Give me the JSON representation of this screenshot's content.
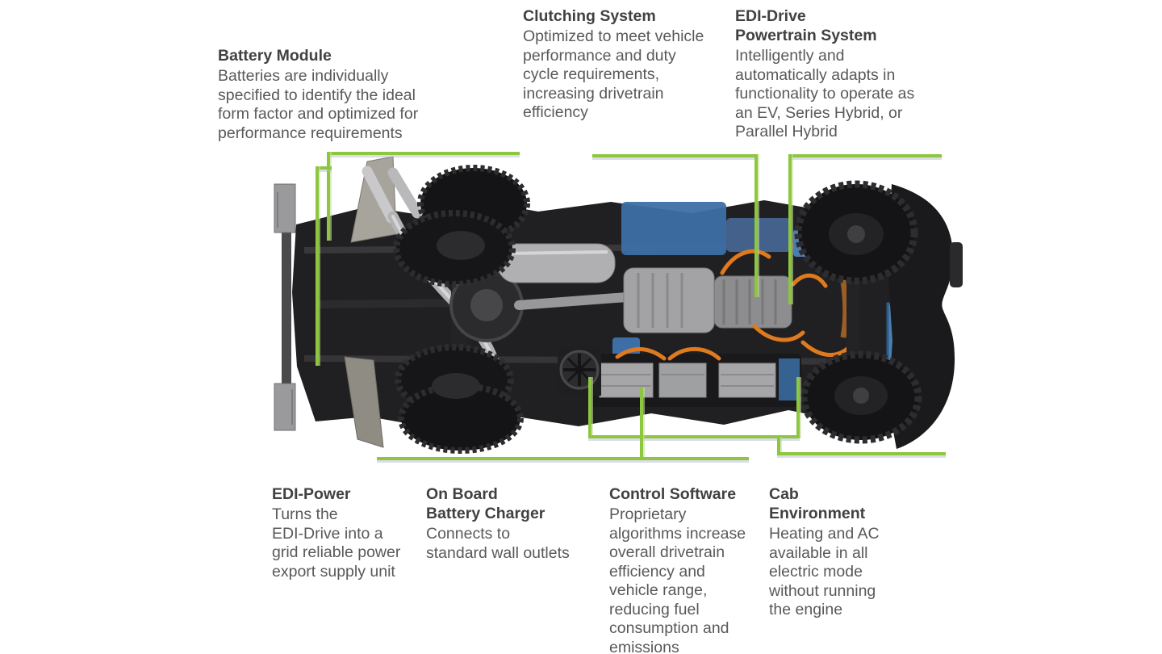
{
  "page": {
    "background": "#ffffff",
    "description": "Hybrid utility truck underside diagram with component callouts"
  },
  "colors": {
    "callout_green": "#8dc63f",
    "heading_text": "#414042",
    "body_text": "#58595b"
  },
  "image": {
    "alt": "Underside view of a hybrid electric utility truck chassis"
  },
  "callouts": {
    "top": [
      {
        "id": "battery-module",
        "title": "Battery Module",
        "body": "Batteries are individually\nspecified to identify the ideal\nform factor and optimized for\nperformance requirements"
      },
      {
        "id": "clutching-system",
        "title": "Clutching System",
        "body": "Optimized to meet vehicle\nperformance and duty\ncycle requirements,\nincreasing drivetrain\nefficiency"
      },
      {
        "id": "edi-drive-powertrain-system",
        "title": "EDI-Drive\nPowertrain System",
        "body": "Intelligently and\nautomatically adapts in\nfunctionality to operate as\nan EV, Series Hybrid, or\nParallel Hybrid"
      }
    ],
    "bottom": [
      {
        "id": "edi-power",
        "title": "EDI-Power",
        "body": "Turns the\nEDI-Drive into a\ngrid reliable power\nexport supply unit"
      },
      {
        "id": "on-board-battery-charger",
        "title": "On Board\nBattery Charger",
        "body": "Connects to\nstandard wall outlets"
      },
      {
        "id": "control-software",
        "title": "Control Software",
        "body": "Proprietary\nalgorithms increase\noverall drivetrain\nefficiency and\nvehicle range,\nreducing fuel\nconsumption and\nemissions"
      },
      {
        "id": "cab-environment",
        "title": "Cab\nEnvironment",
        "body": "Heating and AC\navailable in all\nelectric mode\nwithout running\nthe engine"
      }
    ]
  }
}
